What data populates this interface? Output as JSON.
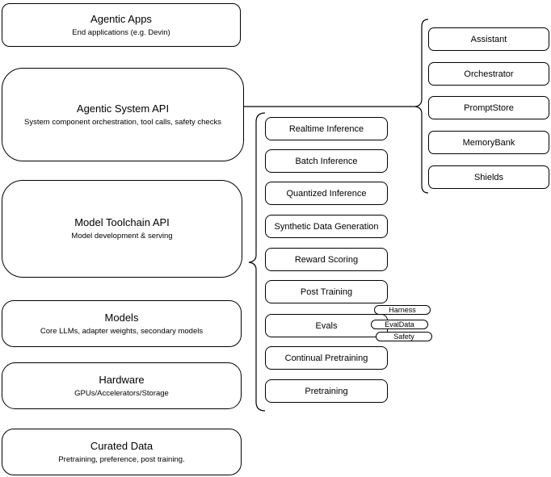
{
  "diagram": {
    "stack": [
      {
        "title": "Agentic Apps",
        "subtitle": "End applications (e.g. Devin)"
      },
      {
        "title": "Agentic System API",
        "subtitle": "System component orchestration, tool calls, safety checks"
      },
      {
        "title": "Model Toolchain API",
        "subtitle": "Model development & serving"
      },
      {
        "title": "Models",
        "subtitle": "Core LLMs, adapter weights, secondary models"
      },
      {
        "title": "Hardware",
        "subtitle": "GPUs/Accelerators/Storage"
      },
      {
        "title": "Curated Data",
        "subtitle": "Pretraining, preference, post training."
      }
    ],
    "toolchain": {
      "items": [
        "Realtime Inference",
        "Batch Inference",
        "Quantized Inference",
        "Synthetic Data Generation",
        "Reward Scoring",
        "Post Training",
        "Evals",
        "Continual Pretraining",
        "Pretraining"
      ],
      "evals_tags": [
        "Harness",
        "EvalData",
        "Safety"
      ]
    },
    "system_components": {
      "items": [
        "Assistant",
        "Orchestrator",
        "PromptStore",
        "MemoryBank",
        "Shields"
      ]
    },
    "colors": {
      "stroke": "#000000",
      "background": "#ffffff"
    }
  }
}
